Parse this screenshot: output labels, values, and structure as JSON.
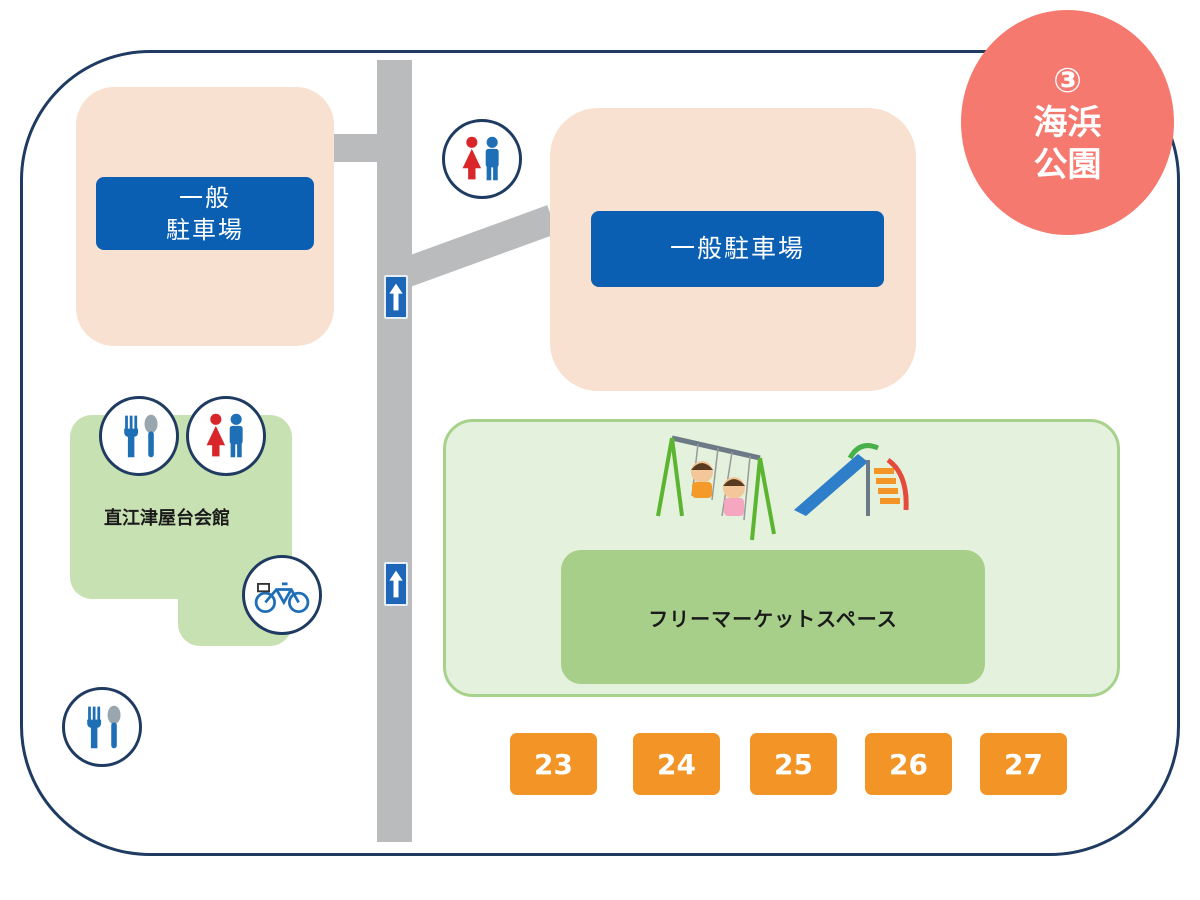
{
  "badge": {
    "number": "③",
    "name_line1": "海浜",
    "name_line2": "公園"
  },
  "parking": {
    "left_label": "一般\n駐車場",
    "right_label": "一般駐車場"
  },
  "hall": {
    "label": "直江津屋台会館"
  },
  "park": {
    "market_label": "フリーマーケットスペース"
  },
  "stalls": [
    "23",
    "24",
    "25",
    "26",
    "27"
  ],
  "icons": [
    "restroom-icon-top",
    "food-icon-hall",
    "restroom-icon-hall",
    "bicycle-icon",
    "food-icon-bottom",
    "swing-icon",
    "slide-icon",
    "one-way-arrow-icon"
  ],
  "colors": {
    "border": "#1f3b61",
    "road": "#b9bbbc",
    "parking_zone": "#f8e1d0",
    "parking_label": "#0b5fb3",
    "hall": "#c8e1b2",
    "park": "#e4f1dc",
    "market": "#a7cf8a",
    "stall": "#f39426",
    "badge": "#f6796f",
    "restroom_female": "#d9262a",
    "restroom_male": "#1f6fb7"
  }
}
